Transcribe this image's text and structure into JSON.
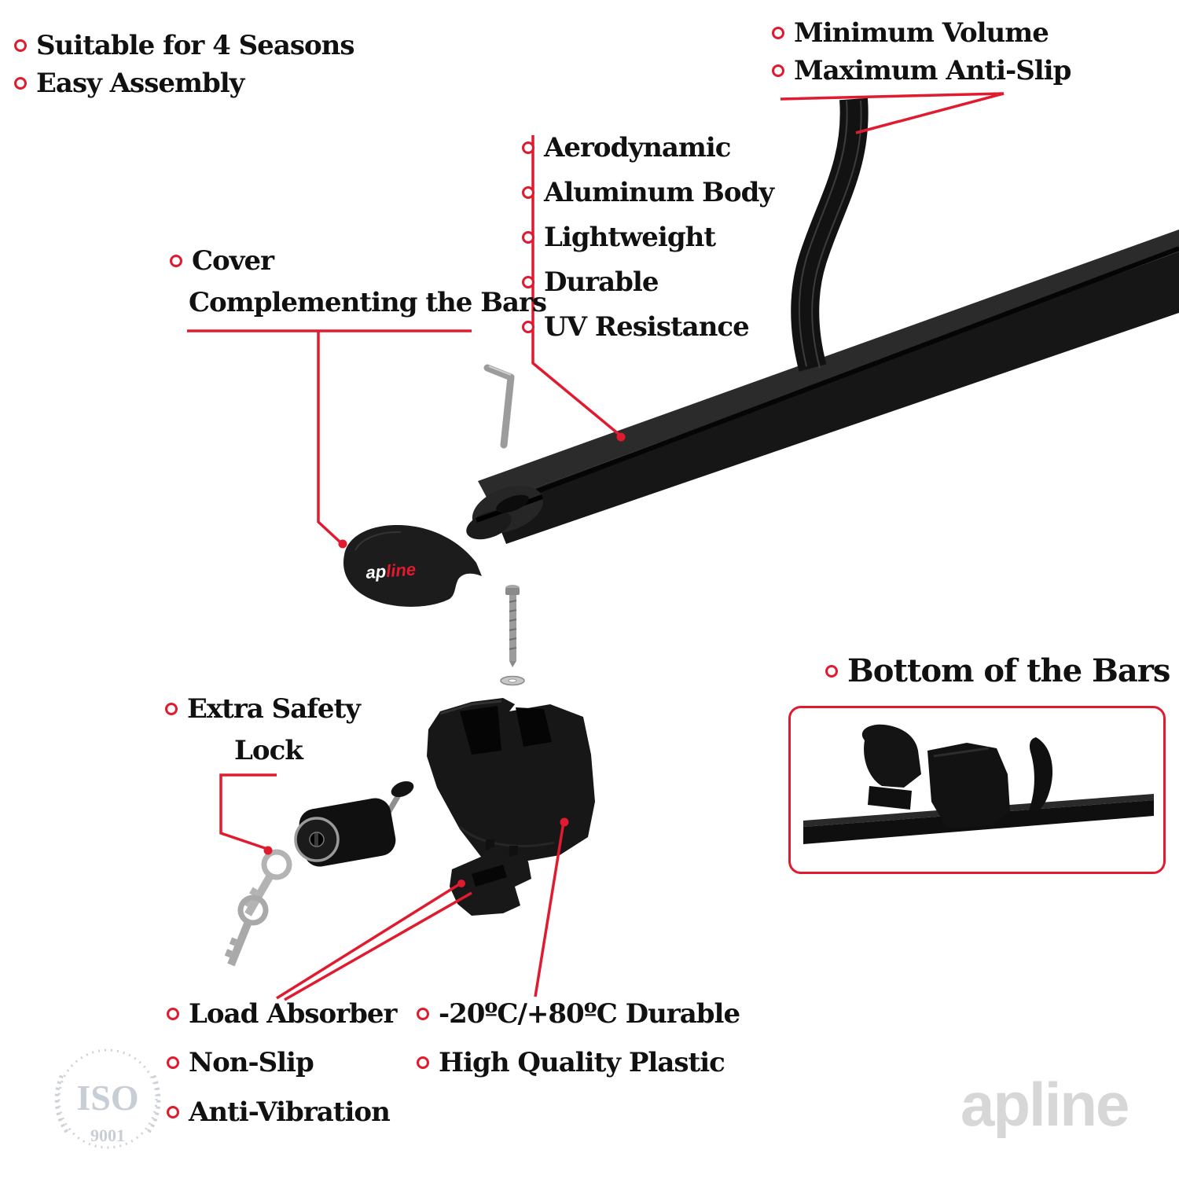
{
  "colors": {
    "accent": "#e11b2f",
    "text": "#111111",
    "product_black": "#171717",
    "watermark_gray": "#d7d7d7"
  },
  "top_left": {
    "items": [
      "Suitable for 4 Seasons",
      "Easy Assembly"
    ]
  },
  "top_right": {
    "items": [
      "Minimum Volume",
      "Maximum Anti-Slip"
    ]
  },
  "bar_features": {
    "items": [
      "Aerodynamic",
      "Aluminum Body",
      "Lightweight",
      "Durable",
      "UV Resistance"
    ]
  },
  "cover_callout": {
    "line1": "Cover",
    "line2": "Complementing the Bars"
  },
  "lock_callout": {
    "line1": "Extra Safety",
    "line2": "Lock"
  },
  "bottom_bars": {
    "label": "Bottom of the Bars"
  },
  "bottom_left": {
    "items": [
      "Load Absorber",
      "Non-Slip",
      "Anti-Vibration"
    ]
  },
  "bottom_mid": {
    "items": [
      "-20ºC/+80ºC Durable",
      "High Quality Plastic"
    ]
  },
  "brand": {
    "cover_logo_ap": "ap",
    "cover_logo_line": "line",
    "watermark": "apline",
    "iso_label": "ISO",
    "iso_number": "9001"
  }
}
